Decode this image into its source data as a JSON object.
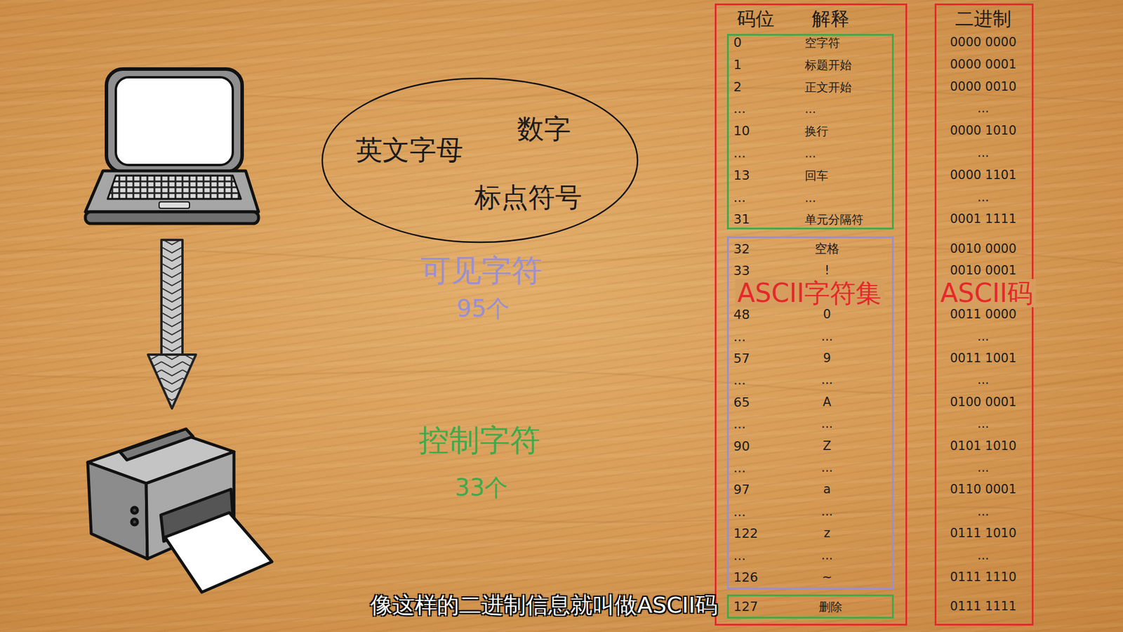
{
  "diagram": {
    "caption": "像这样的二进制信息就叫做ASCII码",
    "nodes": [
      {
        "text": [
          "英文字母",
          "数字",
          "标点符号"
        ]
      },
      {
        "text": [
          "码位",
          "解释",
          "ASCII字符集"
        ]
      },
      {
        "text": [
          "0",
          "空字符",
          "1",
          "标题开始",
          "2",
          "正文开始",
          "...",
          "...",
          "10",
          "换行",
          "...",
          "...",
          "13",
          "回车",
          "...",
          "...",
          "31",
          "单元分隔符"
        ],
        "in": 1
      },
      {
        "text": [
          "32",
          "空格",
          "33",
          "!",
          "48",
          "0",
          "...",
          "...",
          "57",
          "9",
          "...",
          "...",
          "65",
          "A",
          "...",
          "...",
          "90",
          "Z",
          "...",
          "...",
          "97",
          "a",
          "...",
          "...",
          "122",
          "z",
          "...",
          "...",
          "126",
          "~"
        ],
        "in": 1
      },
      {
        "text": [
          "127",
          "删除"
        ],
        "in": 1
      },
      {
        "text": [
          "二进制",
          "ASCII码",
          "0000 0000",
          "0000 0001",
          "0000 0010",
          "...",
          "0000 1010",
          "...",
          "0000 1101",
          "...",
          "0001 1111",
          "0010 0000",
          "0010 0001",
          "0011 0000",
          "...",
          "0011 1001",
          "...",
          "0100 0001",
          "...",
          "0101 1010",
          "...",
          "0110 0001",
          "...",
          "0111 1010",
          "...",
          "0111 1110",
          "0111 1111"
        ]
      }
    ],
    "labels": [
      "可见字符",
      "95个",
      "控制字符",
      "33个"
    ]
  }
}
